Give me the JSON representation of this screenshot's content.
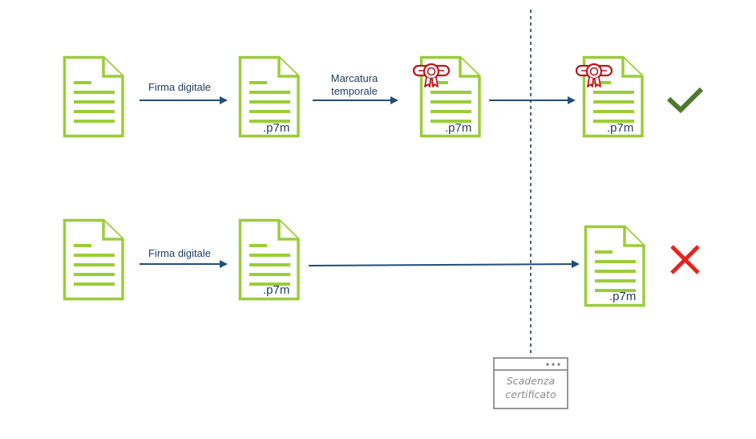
{
  "colors": {
    "document": "#9acd38",
    "arrow": "#1f4e79",
    "label_text": "#1f3a5c",
    "seal": "#c0141c",
    "check": "#4e7a2a",
    "cross": "#e8221b",
    "divider": "#1f3a5c",
    "caption_box": "#8a8a8a"
  },
  "icons": {
    "document": "document-icon",
    "seal": "certificate-seal-icon",
    "valid": "checkmark-icon",
    "invalid": "cross-icon",
    "window": "browser-window-icon"
  },
  "row1": {
    "step1_label": "Firma digitale",
    "step2_label_line1": "Marcatura",
    "step2_label_line2": "temporale",
    "ext_doc2": ".p7m",
    "ext_doc3": ".p7m",
    "ext_doc4": ".p7m"
  },
  "row2": {
    "step1_label": "Firma digitale",
    "ext_doc2": ".p7m",
    "ext_doc3": ".p7m"
  },
  "expiry": {
    "line1": "Scadenza",
    "line2": "certificato"
  }
}
